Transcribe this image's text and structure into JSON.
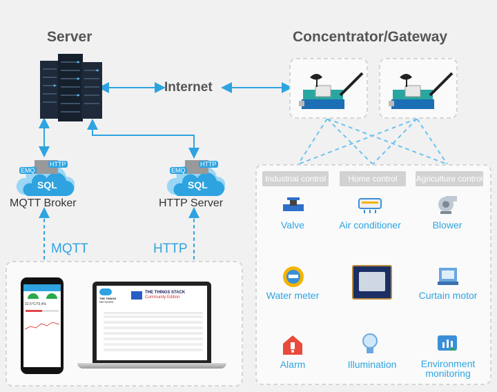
{
  "titles": {
    "server": "Server",
    "gateway": "Concentrator/Gateway"
  },
  "internet": "Internet",
  "brokers": {
    "mqtt": {
      "label": "MQTT Broker",
      "badge1": "EMQ",
      "badge2": "HTTP",
      "db": "SQL"
    },
    "http": {
      "label": "HTTP Server",
      "badge1": "EMQ",
      "badge2": "HTTP",
      "db": "SQL"
    }
  },
  "protocols": {
    "mqtt": "MQTT",
    "http": "HTTP"
  },
  "categories": [
    "Industrial control",
    "Home control",
    "Agriculture control"
  ],
  "devices": {
    "valve": "Valve",
    "air_conditioner": "Air conditioner",
    "blower": "Blower",
    "water_meter": "Water meter",
    "curtain_motor": "Curtain motor",
    "alarm": "Alarm",
    "illumination": "Illumination",
    "environment_1": "Environment",
    "environment_2": "monitoring"
  },
  "laptop": {
    "brand1": "THE THINGS",
    "brand2": "NETWORK",
    "product1": "THE THINGS STACK",
    "product2": "Community Edition"
  },
  "phone": {
    "value": "22.5℃/73.4%"
  },
  "colors": {
    "accent": "#2ea3e0",
    "title": "#555555",
    "panel_border": "#d6d6d6"
  }
}
